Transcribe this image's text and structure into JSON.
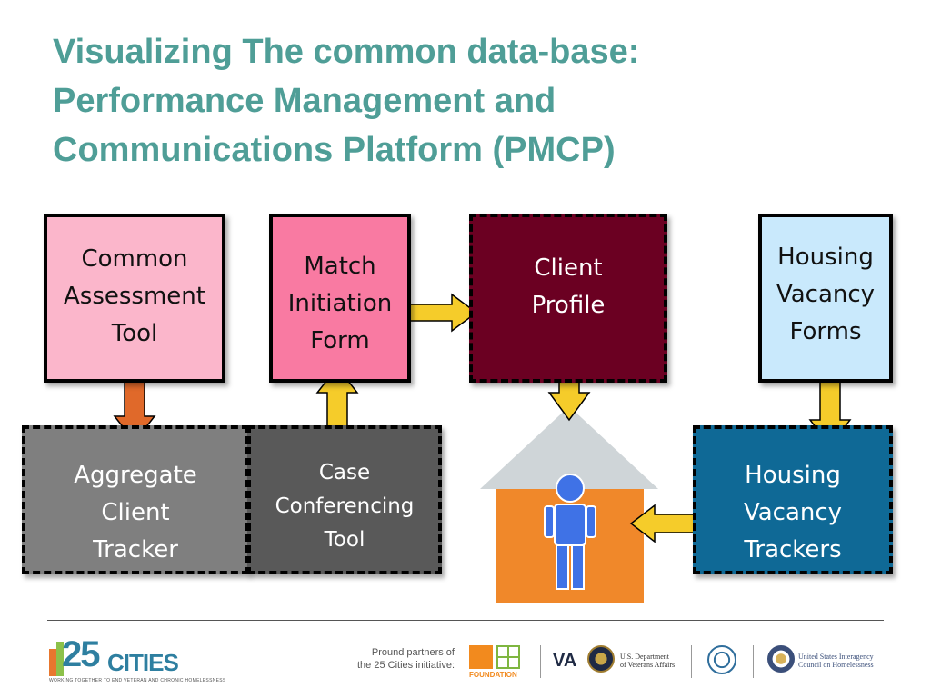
{
  "title_lines": [
    "Visualizing The common data-base:",
    "Performance Management and",
    "Communications Platform (PMCP)"
  ],
  "nodes": {
    "common_assessment": [
      "Common",
      "Assessment",
      "Tool"
    ],
    "match_initiation": [
      "Match",
      "Initiation",
      "Form"
    ],
    "client_profile": [
      "Client",
      "Profile"
    ],
    "housing_vacancy_forms": [
      "Housing",
      "Vacancy",
      "Forms"
    ],
    "aggregate_tracker": [
      "Aggregate",
      "Client",
      "Tracker"
    ],
    "case_conferencing": [
      "Case",
      "Conferencing",
      "Tool"
    ],
    "housing_vacancy_trackers": [
      "Housing",
      "Vacancy",
      "Trackers"
    ]
  },
  "colors": {
    "title": "#4f9e97",
    "common_assessment": "#fbb6cb",
    "match_initiation": "#f97aa2",
    "client_profile": "#6b0022",
    "housing_vacancy_forms": "#c9e9fc",
    "aggregate_tracker": "#7f7f7f",
    "case_conferencing": "#595959",
    "housing_vacancy_trackers": "#0f6996",
    "arrow_yellow": "#f5cc2a",
    "arrow_orange": "#e0692a",
    "house_roof": "#cfd5d8",
    "house_body": "#f0882a",
    "person": "#3f72e6"
  },
  "footer": {
    "logo_number": "25",
    "logo_word": "CITIES",
    "logo_tagline": "WORKING TOGETHER TO END VETERAN AND CHRONIC HOMELESSNESS",
    "partners_line1": "Pround partners of",
    "partners_line2": "the 25 Cities initiative:",
    "home_depot_word": "FOUNDATION",
    "va_short": "VA",
    "va_line1": "U.S. Department",
    "va_line2": "of Veterans Affairs",
    "usich_line1": "United States Interagency",
    "usich_line2": "Council on Homelessness"
  }
}
